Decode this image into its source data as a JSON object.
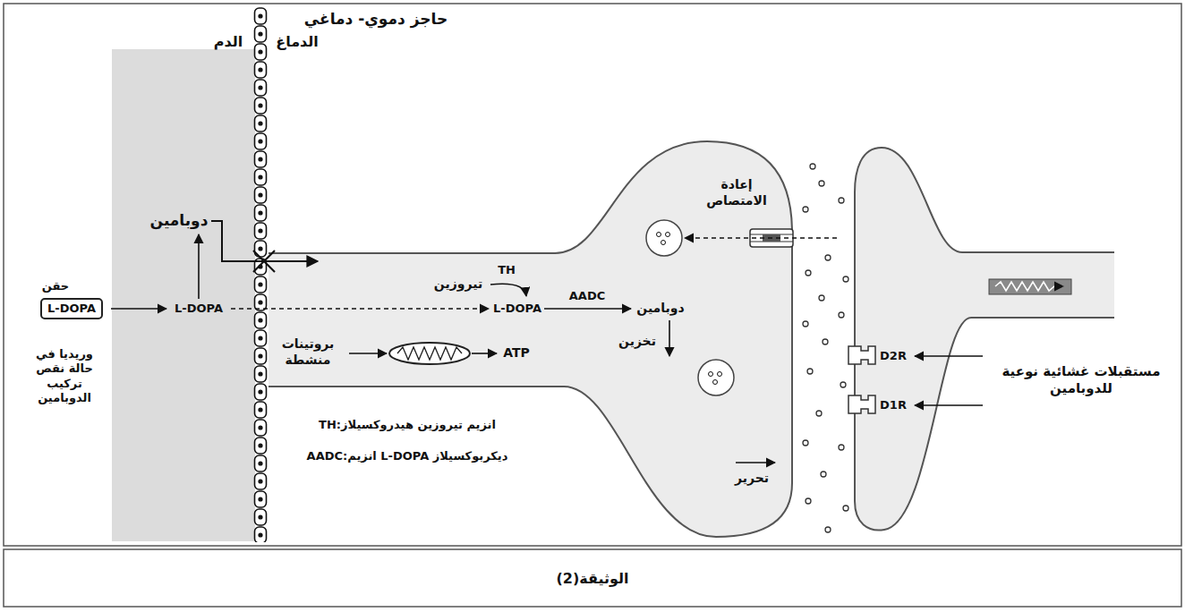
{
  "diagram": {
    "caption": "الوثيقة(2)",
    "nodes": [
      {
        "text": [
          "L-DOPA"
        ]
      }
    ],
    "labels": [
      "حاجز دموي- دماغي",
      "الدماغ",
      "الدم",
      "دوبامين",
      "حقن",
      "L-DOPA",
      "وريديا في حالة نقص تركيب الدوبامين",
      "L-DOPA",
      "TH",
      "تيروزين",
      "AADC",
      "دوبامين",
      "تخزين",
      "بروتينات منشطة",
      "ATP",
      "إعادة الامتصاص",
      "تحرير",
      "D2R",
      "D1R",
      "مستقبلات غشائية نوعية للدوبامين",
      "TH:انزيم تيروزين هيدروكسيلاز",
      "AADC:انزيم L-DOPA ديكربوكسيلاز"
    ]
  }
}
